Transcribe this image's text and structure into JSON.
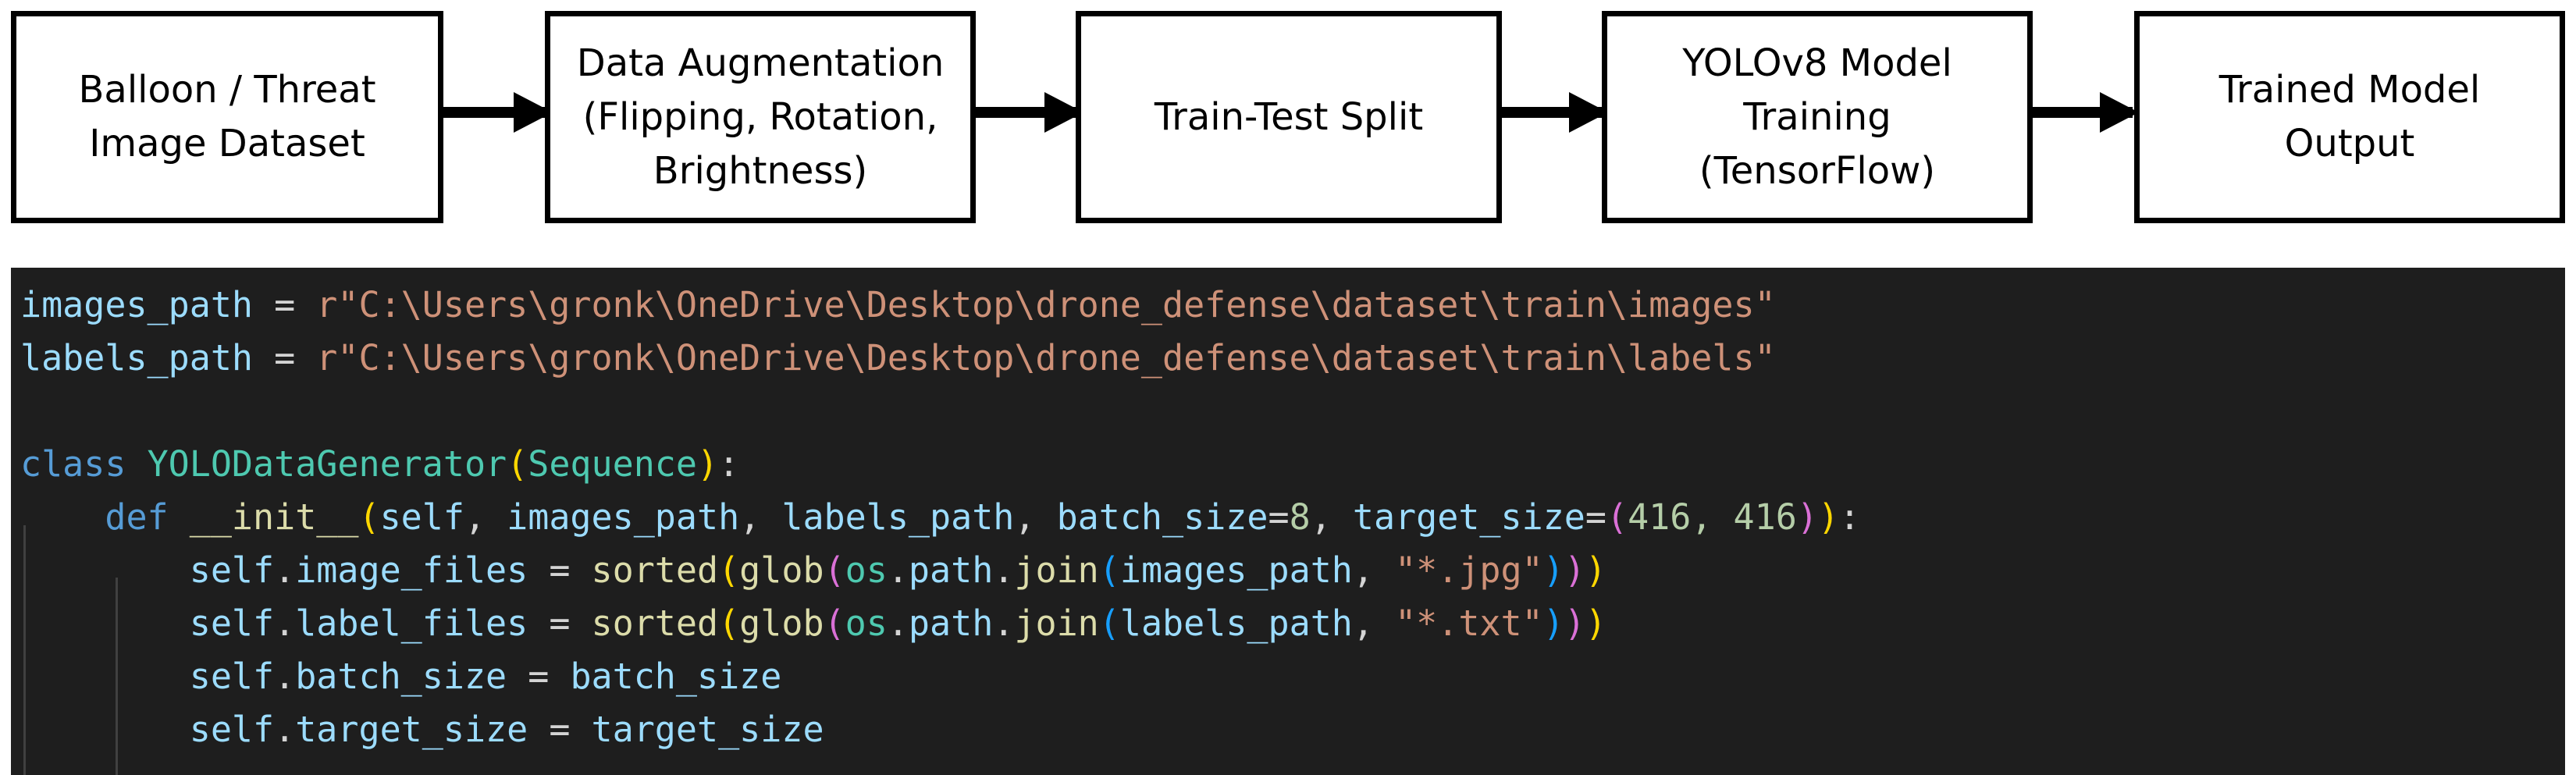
{
  "flowchart": {
    "steps": [
      "Balloon / Threat\nImage Dataset",
      "Data Augmentation\n(Flipping, Rotation,\nBrightness)",
      "Train-Test Split",
      "YOLOv8 Model\nTraining\n(TensorFlow)",
      "Trained Model\nOutput"
    ]
  },
  "code": {
    "images_path_var": "images_path",
    "labels_path_var": "labels_path",
    "images_path_value": "r\"C:\\Users\\gronk\\OneDrive\\Desktop\\drone_defense\\dataset\\train\\images\"",
    "labels_path_value": "r\"C:\\Users\\gronk\\OneDrive\\Desktop\\drone_defense\\dataset\\train\\labels\"",
    "class_name": "YOLODataGenerator",
    "base_class": "Sequence",
    "init_name": "__init__",
    "batch_size_default": "8",
    "target_size_default": "416, 416",
    "jpg_pattern": "\"*.jpg\"",
    "txt_pattern": "\"*.txt\""
  }
}
